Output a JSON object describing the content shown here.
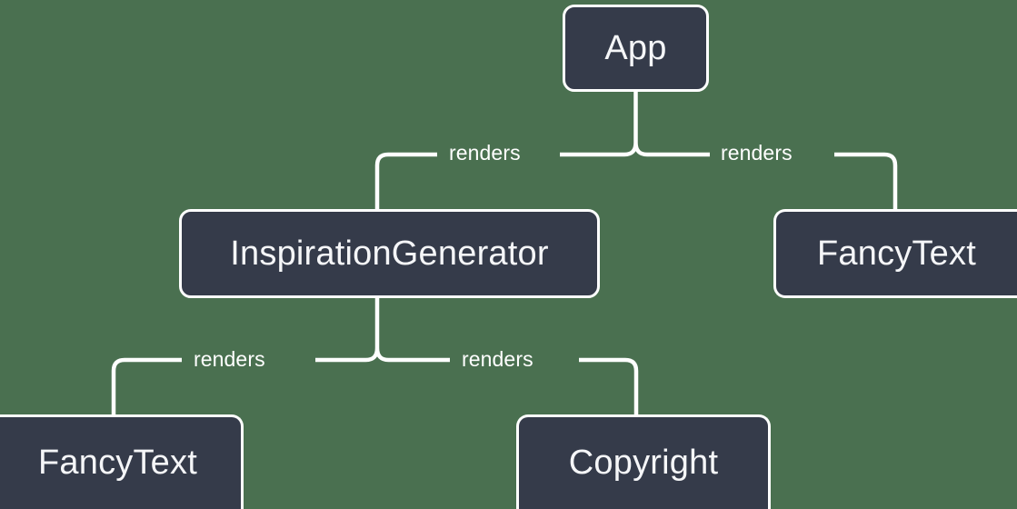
{
  "diagram": {
    "type": "component-tree",
    "background_color": "#4a7050",
    "node_fill_color": "#353b4a",
    "node_border_color": "#ffffff",
    "connector_color": "#ffffff",
    "text_color": "#f5f6f8",
    "nodes": [
      {
        "id": "app",
        "label": "App"
      },
      {
        "id": "inspiration_generator",
        "label": "InspirationGenerator"
      },
      {
        "id": "fancytext_right",
        "label": "FancyText"
      },
      {
        "id": "fancytext_bottom",
        "label": "FancyText"
      },
      {
        "id": "copyright",
        "label": "Copyright"
      }
    ],
    "edges": [
      {
        "from": "app",
        "to": "inspiration_generator",
        "label": "renders"
      },
      {
        "from": "app",
        "to": "fancytext_right",
        "label": "renders"
      },
      {
        "from": "inspiration_generator",
        "to": "fancytext_bottom",
        "label": "renders"
      },
      {
        "from": "inspiration_generator",
        "to": "copyright",
        "label": "renders"
      }
    ]
  }
}
